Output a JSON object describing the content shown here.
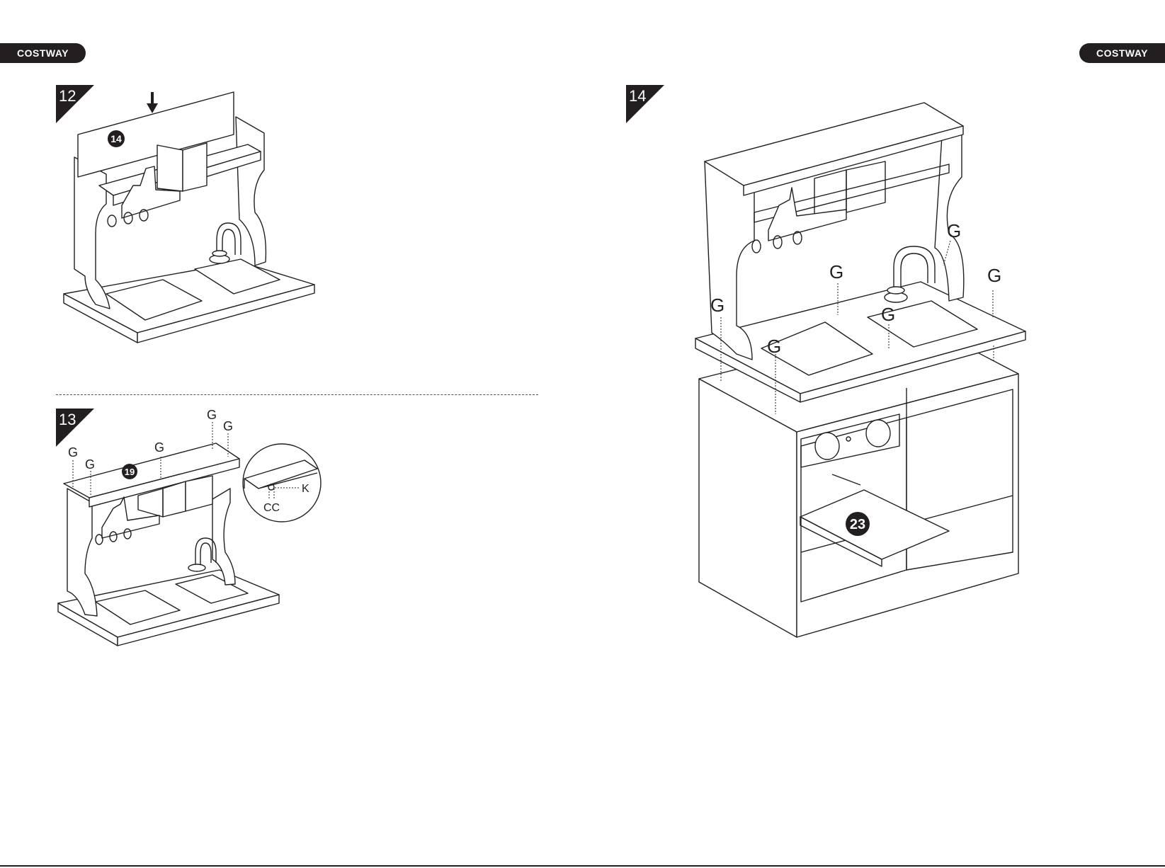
{
  "header": {
    "brand_left": "COSTWAY",
    "brand_right": "COSTWAY"
  },
  "steps": [
    {
      "number": "12",
      "parts": [
        "14"
      ]
    },
    {
      "number": "13",
      "parts": [
        "19"
      ],
      "hardware": [
        "G",
        "G",
        "G",
        "G",
        "G",
        "K",
        "CC"
      ]
    },
    {
      "number": "14",
      "parts": [
        "23"
      ],
      "hardware": [
        "G",
        "G",
        "G",
        "G",
        "G",
        "G"
      ]
    }
  ],
  "labels": {
    "g": "G",
    "k": "K",
    "cc": "CC"
  }
}
